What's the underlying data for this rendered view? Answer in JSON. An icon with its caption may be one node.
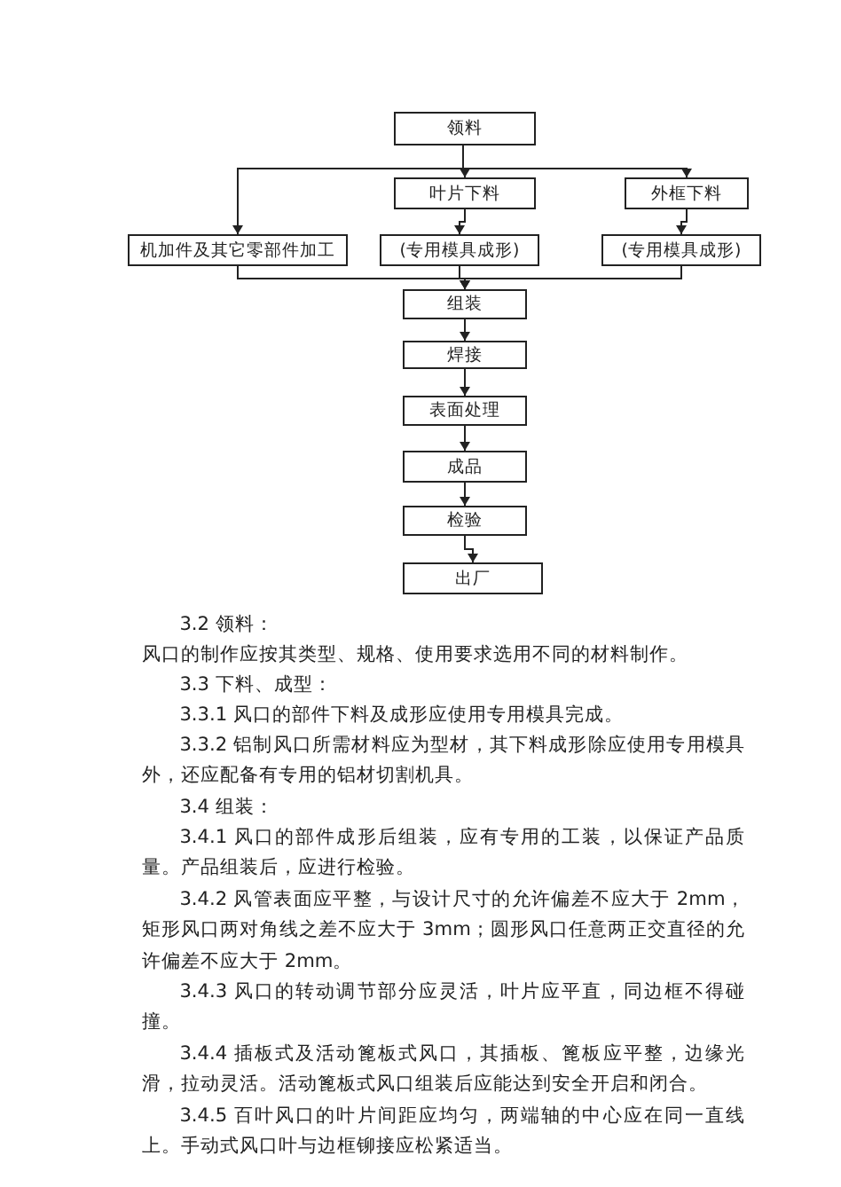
{
  "diagram": {
    "nodes": [
      {
        "text": [
          "领料"
        ]
      },
      {
        "text": [
          "叶片下料"
        ]
      },
      {
        "text": [
          "外框下料"
        ]
      },
      {
        "text": [
          "机加件及其它零部件加工"
        ]
      },
      {
        "text": [
          "(专用模具成形)"
        ]
      },
      {
        "text": [
          "(专用模具成形)"
        ]
      },
      {
        "text": [
          "组装"
        ]
      },
      {
        "text": [
          "焊接"
        ]
      },
      {
        "text": [
          "表面处理"
        ]
      },
      {
        "text": [
          "成品"
        ]
      },
      {
        "text": [
          "检验"
        ]
      },
      {
        "text": [
          "出厂"
        ]
      }
    ],
    "edges": [
      {
        "from": 0,
        "to": 3,
        "arrow": "to"
      },
      {
        "from": 0,
        "to": 1,
        "arrow": "to"
      },
      {
        "from": 0,
        "to": 2,
        "arrow": "to"
      },
      {
        "from": 1,
        "to": 4,
        "arrow": "to"
      },
      {
        "from": 2,
        "to": 5,
        "arrow": "to"
      },
      {
        "from": 3,
        "to": 6,
        "arrow": "to"
      },
      {
        "from": 4,
        "to": 6,
        "arrow": "to"
      },
      {
        "from": 5,
        "to": 6,
        "arrow": "to"
      },
      {
        "from": 6,
        "to": 7,
        "arrow": "to"
      },
      {
        "from": 7,
        "to": 8,
        "arrow": "to"
      },
      {
        "from": 8,
        "to": 9,
        "arrow": "to"
      },
      {
        "from": 9,
        "to": 10,
        "arrow": "to"
      },
      {
        "from": 10,
        "to": 11,
        "arrow": "to"
      }
    ],
    "labels": [
      "3.2 领料：",
      "风口的制作应按其类型、规格、使用要求选用不同的材料制作。",
      "3.3 下料、成型：",
      "3.3.1 风口的部件下料及成形应使用专用模具完成。",
      "3.3.2 铝制风口所需材料应为型材，其下料成形除应使用专用模具外，还应配备有专用的铝材切割机具。",
      "3.4 组装：",
      "3.4.1 风口的部件成形后组装，应有专用的工装，以保证产品质量。产品组装后，应进行检验。",
      "3.4.2 风管表面应平整，与设计尺寸的允许偏差不应大于 2mm，矩形风口两对角线之差不应大于 3mm；圆形风口任意两正交直径的允许偏差不应大于 2mm。",
      "3.4.3 风口的转动调节部分应灵活，叶片应平直，同边框不得碰撞。",
      "3.4.4 插板式及活动篦板式风口，其插板、篦板应平整，边缘光滑，拉动灵活。活动篦板式风口组装后应能达到安全开启和闭合。",
      "3.4.5 百叶风口的叶片间距应均匀，两端轴的中心应在同一直线上。手动式风口叶与边框铆接应松紧适当。"
    ]
  }
}
